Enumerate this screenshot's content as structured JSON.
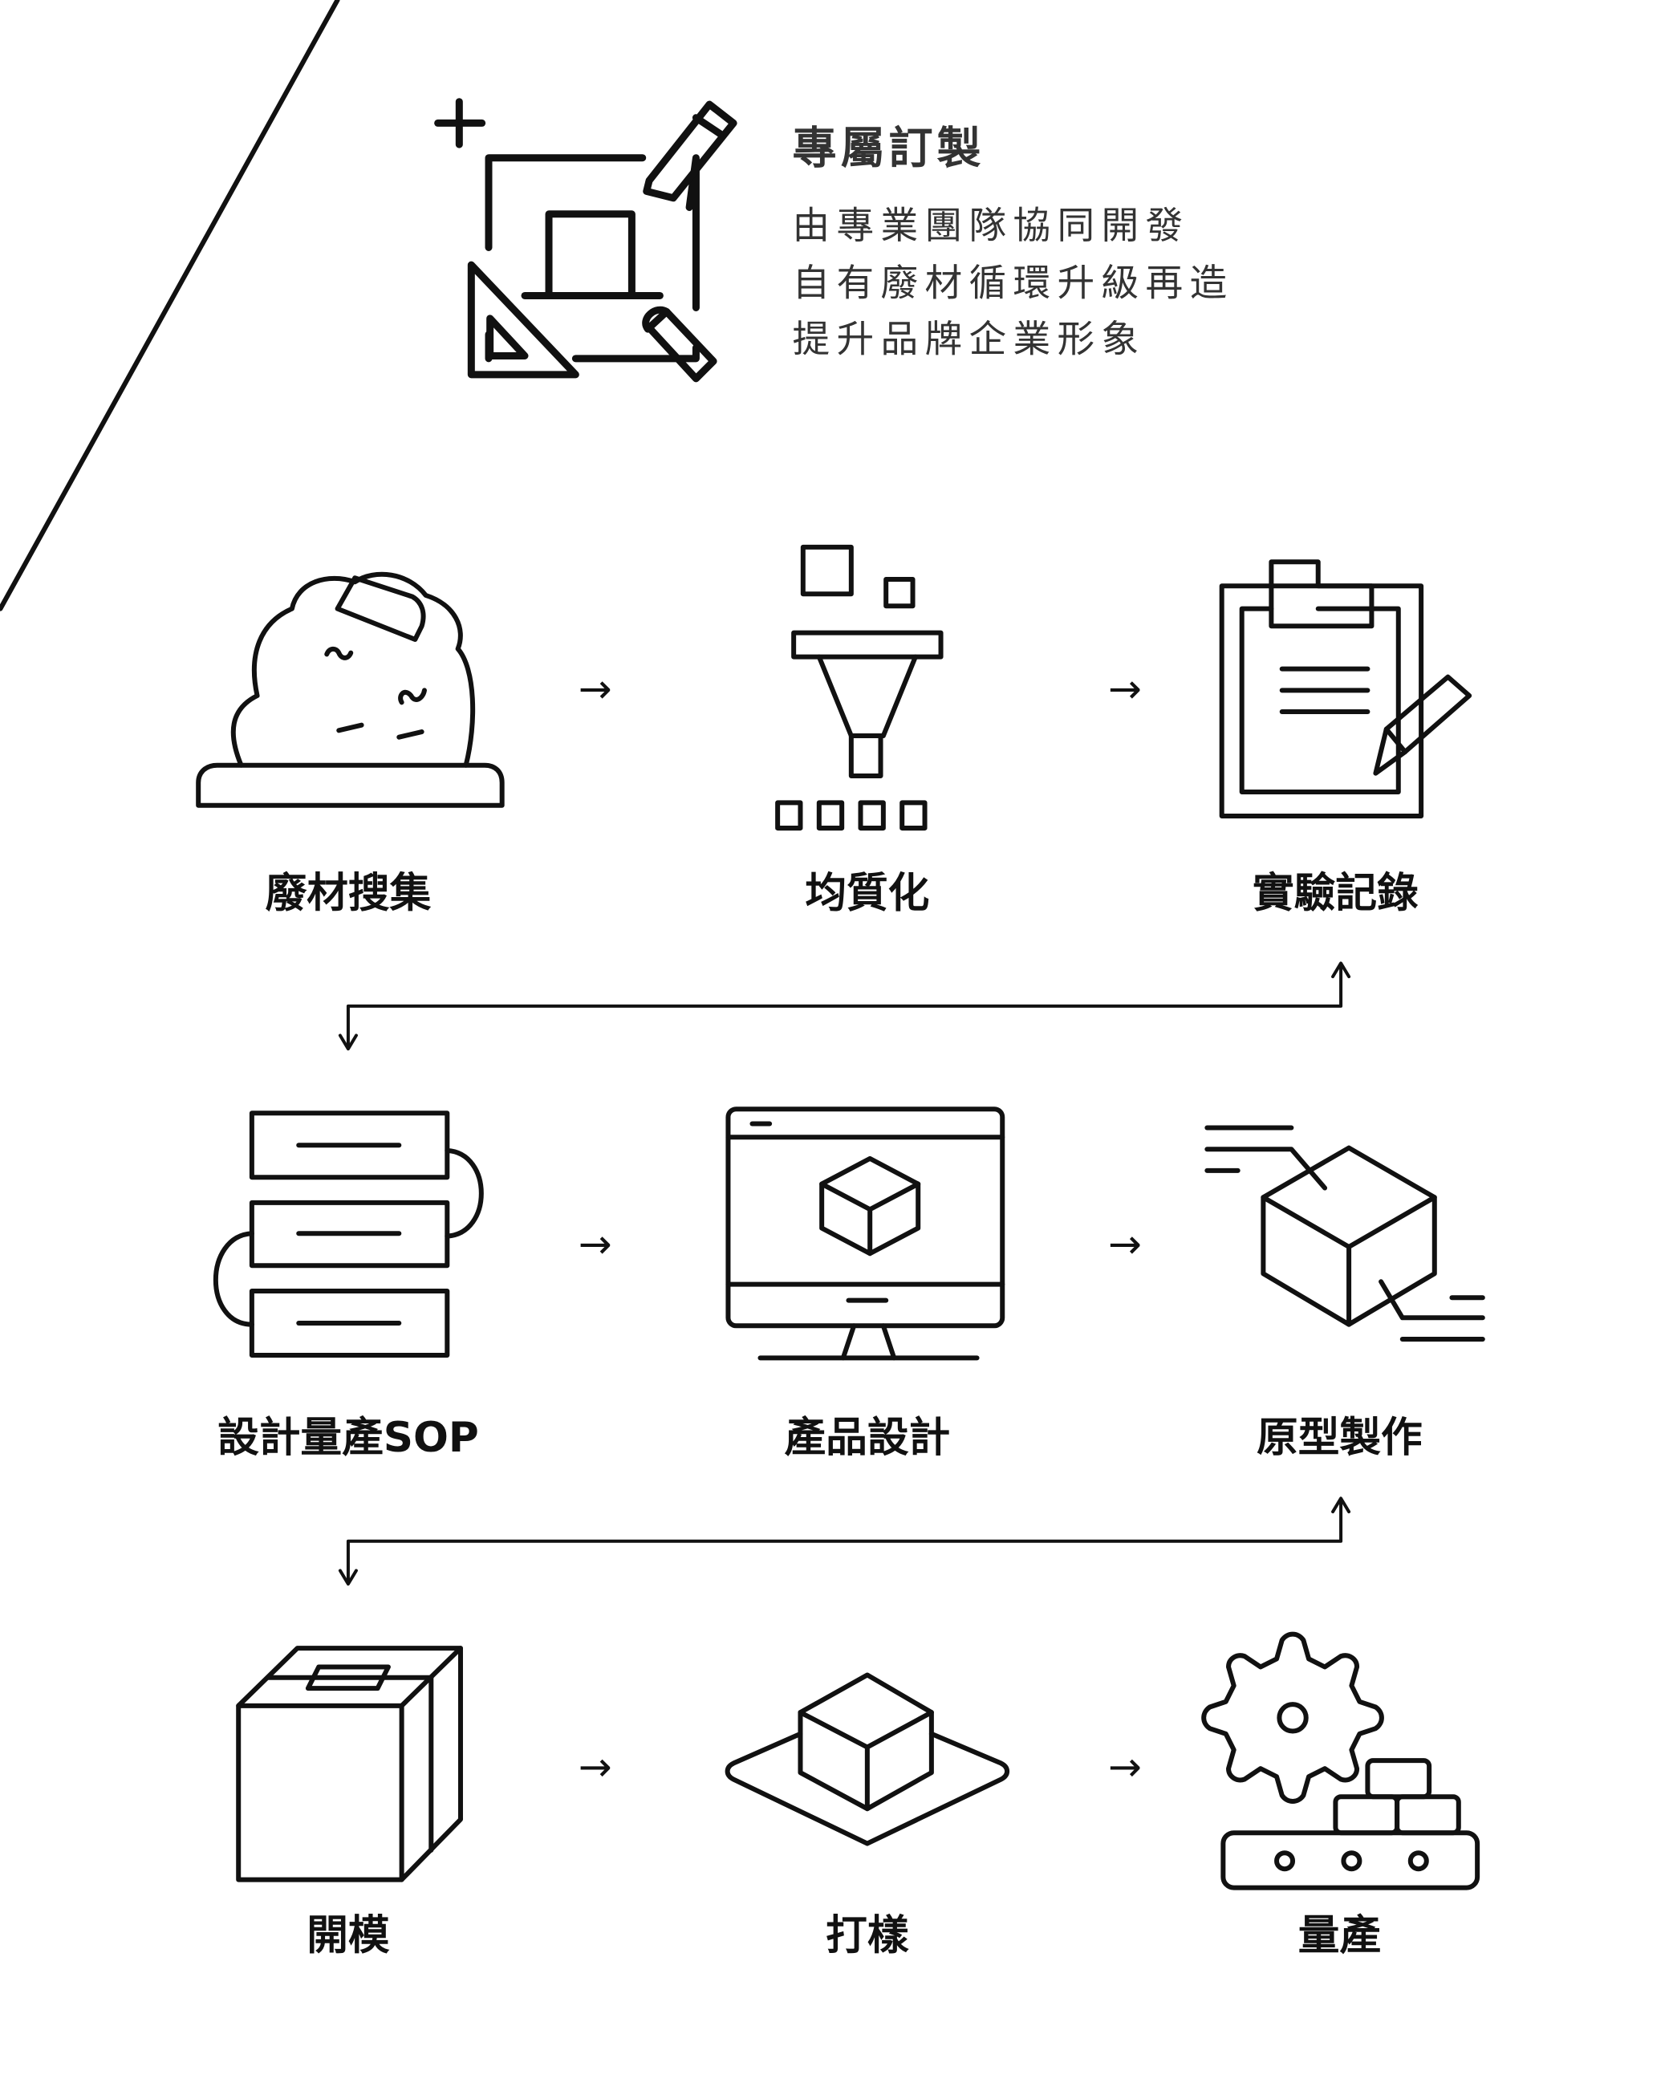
{
  "header": {
    "icon": "custom-design-icon",
    "title": "專屬訂製",
    "lines": [
      "由專業團隊協同開發",
      "自有廢材循環升級再造",
      "提升品牌企業形象"
    ]
  },
  "flow": {
    "arrow_glyph": "→",
    "steps": [
      {
        "label": "廢材搜集",
        "icon": "waste-pile-icon"
      },
      {
        "label": "均質化",
        "icon": "funnel-icon"
      },
      {
        "label": "實驗記錄",
        "icon": "clipboard-icon"
      },
      {
        "label": "設計量產SOP",
        "icon": "stacked-sop-icon"
      },
      {
        "label": "產品設計",
        "icon": "monitor-cube-icon"
      },
      {
        "label": "原型製作",
        "icon": "moving-box-icon"
      },
      {
        "label": "開模",
        "icon": "mold-box-icon"
      },
      {
        "label": "打樣",
        "icon": "sample-cube-icon"
      },
      {
        "label": "量產",
        "icon": "gear-conveyor-icon"
      }
    ]
  },
  "colors": {
    "stroke": "#111111",
    "text": "#333333",
    "background": "#ffffff"
  }
}
